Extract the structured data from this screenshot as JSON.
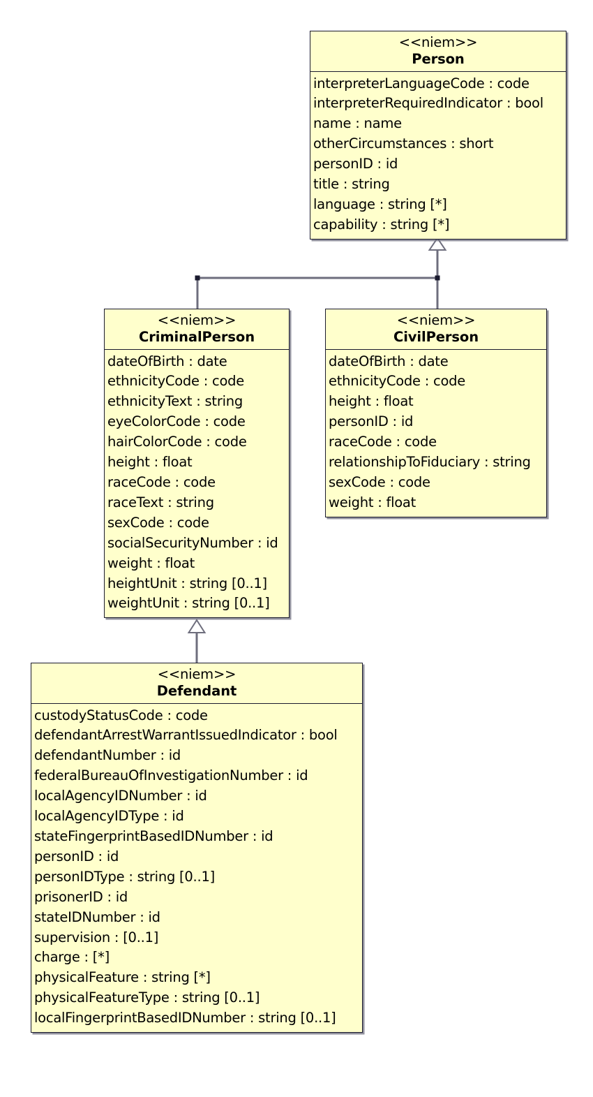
{
  "diagram": {
    "type": "uml-class-diagram",
    "colors": {
      "class_fill": "#FFFFCC",
      "class_border": "#1A1A2E",
      "connector": "#6E6E7D",
      "shadow": "#6E6E7D",
      "text": "#000000",
      "background": "#FFFFFF"
    },
    "classes": [
      {
        "id": "person",
        "stereotype": "<<niem>>",
        "name": "Person",
        "attributes": [
          "interpreterLanguageCode : code",
          "interpreterRequiredIndicator : bool",
          "name : name",
          "otherCircumstances : short",
          "personID : id",
          "title : string",
          "language : string [*]",
          "capability : string [*]"
        ]
      },
      {
        "id": "criminal",
        "stereotype": "<<niem>>",
        "name": "CriminalPerson",
        "attributes": [
          "dateOfBirth : date",
          "ethnicityCode : code",
          "ethnicityText : string",
          "eyeColorCode : code",
          "hairColorCode : code",
          "height : float",
          "raceCode : code",
          "raceText : string",
          "sexCode : code",
          "socialSecurityNumber : id",
          "weight : float",
          "heightUnit : string [0..1]",
          "weightUnit : string [0..1]"
        ]
      },
      {
        "id": "civil",
        "stereotype": "<<niem>>",
        "name": "CivilPerson",
        "attributes": [
          "dateOfBirth : date",
          "ethnicityCode : code",
          "height : float",
          "personID : id",
          "raceCode : code",
          "relationshipToFiduciary : string",
          "sexCode : code",
          "weight : float"
        ]
      },
      {
        "id": "defendant",
        "stereotype": "<<niem>>",
        "name": "Defendant",
        "attributes": [
          "custodyStatusCode : code",
          "defendantArrestWarrantIssuedIndicator : bool",
          "defendantNumber : id",
          "federalBureauOfInvestigationNumber : id",
          "localAgencyIDNumber : id",
          "localAgencyIDType : id",
          "stateFingerprintBasedIDNumber : id",
          "personID : id",
          "personIDType : string [0..1]",
          "prisonerID : id",
          "stateIDNumber : id",
          "supervision :  [0..1]",
          "charge :  [*]",
          "physicalFeature : string [*]",
          "physicalFeatureType : string [0..1]",
          "localFingerprintBasedIDNumber : string [0..1]"
        ]
      }
    ],
    "generalizations": [
      {
        "id": "gen-criminal-person",
        "from": "CriminalPerson",
        "to": "Person",
        "kind": "generalization"
      },
      {
        "id": "gen-civil-person",
        "from": "CivilPerson",
        "to": "Person",
        "kind": "generalization"
      },
      {
        "id": "gen-defendant-criminal",
        "from": "Defendant",
        "to": "CriminalPerson",
        "kind": "generalization"
      }
    ]
  }
}
